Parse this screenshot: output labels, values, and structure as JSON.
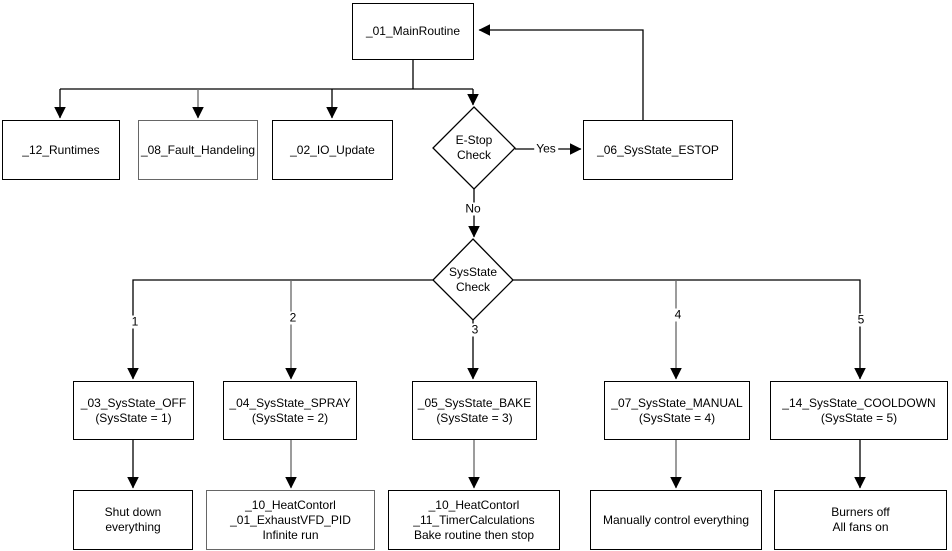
{
  "nodes": {
    "main": {
      "label": "_01_MainRoutine"
    },
    "runtimes": {
      "label": "_12_Runtimes"
    },
    "fault_handling": {
      "label": "_08_Fault_Handeling"
    },
    "io_update": {
      "label": "_02_IO_Update"
    },
    "estop_check": {
      "lines": [
        "E-Stop",
        "Check"
      ]
    },
    "sysstate_estop": {
      "label": "_06_SysState_ESTOP"
    },
    "sysstate_check": {
      "lines": [
        "SysState",
        "Check"
      ]
    },
    "state_off": {
      "lines": [
        "_03_SysState_OFF",
        "(SysState = 1)"
      ]
    },
    "state_spray": {
      "lines": [
        "_04_SysState_SPRAY",
        "(SysState = 2)"
      ]
    },
    "state_bake": {
      "lines": [
        "_05_SysState_BAKE",
        "(SysState = 3)"
      ]
    },
    "state_manual": {
      "lines": [
        "_07_SysState_MANUAL",
        "(SysState = 4)"
      ]
    },
    "state_cooldown": {
      "lines": [
        "_14_SysState_COOLDOWN",
        "(SysState = 5)"
      ]
    },
    "action_off": {
      "lines": [
        "Shut down",
        "everything"
      ]
    },
    "action_spray": {
      "lines": [
        "_10_HeatContorl",
        "_01_ExhaustVFD_PID",
        "Infinite run"
      ]
    },
    "action_bake": {
      "lines": [
        "_10_HeatContorl",
        "_11_TimerCalculations",
        "Bake routine then stop"
      ]
    },
    "action_manual": {
      "lines": [
        "Manually control everything"
      ]
    },
    "action_cooldown": {
      "lines": [
        "Burners off",
        "All fans on"
      ]
    }
  },
  "edge_labels": {
    "yes": "Yes",
    "no": "No",
    "branch_1": "1",
    "branch_2": "2",
    "branch_3": "3",
    "branch_4": "4",
    "branch_5": "5"
  },
  "colors": {
    "stroke": "#000000",
    "stroke_alt": "#666666",
    "background": "#ffffff",
    "text": "#000000"
  }
}
